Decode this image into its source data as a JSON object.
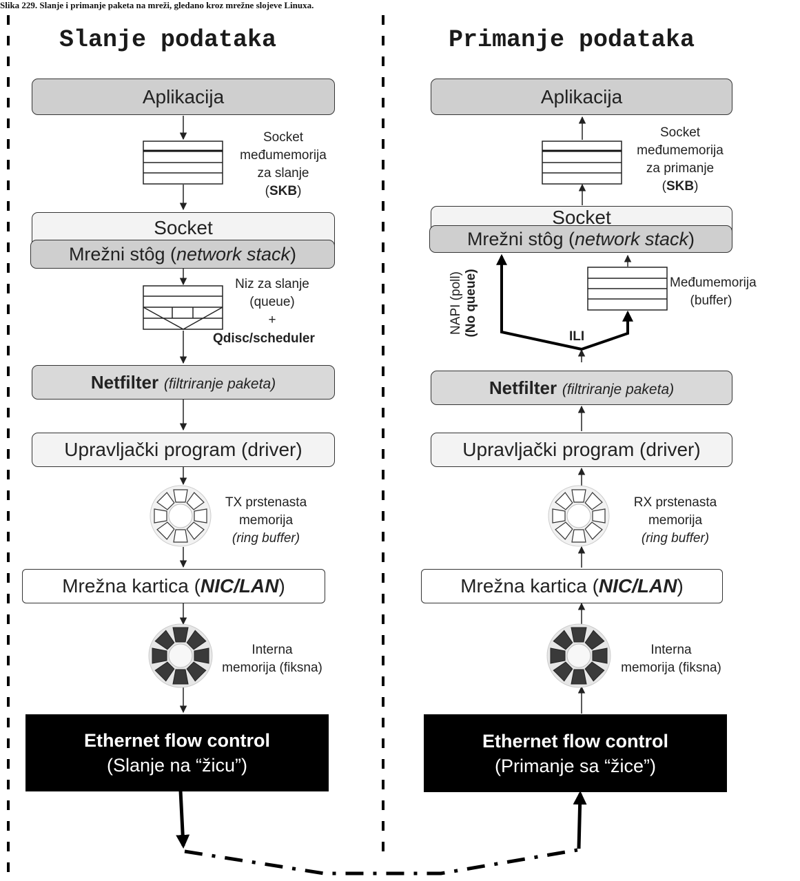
{
  "caption": "Slika 229. Slanje i primanje paketa na mreži, gledano kroz mrežne slojeve Linuxa.",
  "send": {
    "title": "Slanje podataka",
    "app": "Aplikacija",
    "socket_buffer": [
      "Socket",
      "međumemorija",
      "za slanje"
    ],
    "socket_buffer_skb": "SKB",
    "socket": "Socket",
    "stack_plain": "Mrežni stôg (",
    "stack_italic": "network stack",
    "stack_end": ")",
    "queue_label": [
      "Niz za slanje",
      "(queue)",
      "+"
    ],
    "qdisc": "Qdisc/scheduler",
    "netfilter_bold": "Netfilter",
    "netfilter_italic": "(filtriranje paketa)",
    "driver": "Upravljački program (driver)",
    "ring_label": [
      "TX prstenasta",
      "memorija"
    ],
    "ring_italic": "(ring buffer)",
    "nic_plain": "Mrežna kartica (",
    "nic_bi": "NIC/LAN",
    "nic_end": ")",
    "internal": [
      "Interna",
      "memorija (fiksna)"
    ],
    "eth_title": "Ethernet flow control",
    "eth_sub": "(Slanje na “žicu”)"
  },
  "receive": {
    "title": "Primanje podataka",
    "app": "Aplikacija",
    "socket_buffer": [
      "Socket",
      "međumemorija",
      "za primanje"
    ],
    "socket_buffer_skb": "SKB",
    "socket": "Socket",
    "stack_plain": "Mrežni stôg (",
    "stack_italic": "network stack",
    "stack_end": ")",
    "napi": "NAPI (poll)",
    "no_queue": "(No queue)",
    "buffer_label": [
      "Međumemorija",
      "(buffer)"
    ],
    "ili": "ILI",
    "netfilter_bold": "Netfilter",
    "netfilter_italic": "(filtriranje paketa)",
    "driver": "Upravljački program (driver)",
    "ring_label": [
      "RX prstenasta",
      "memorija"
    ],
    "ring_italic": "(ring buffer)",
    "nic_plain": "Mrežna kartica (",
    "nic_bi": "NIC/LAN",
    "nic_end": ")",
    "internal": [
      "Interna",
      "memorija (fiksna)"
    ],
    "eth_title": "Ethernet flow control",
    "eth_sub": "(Primanje sa “žice”)"
  }
}
